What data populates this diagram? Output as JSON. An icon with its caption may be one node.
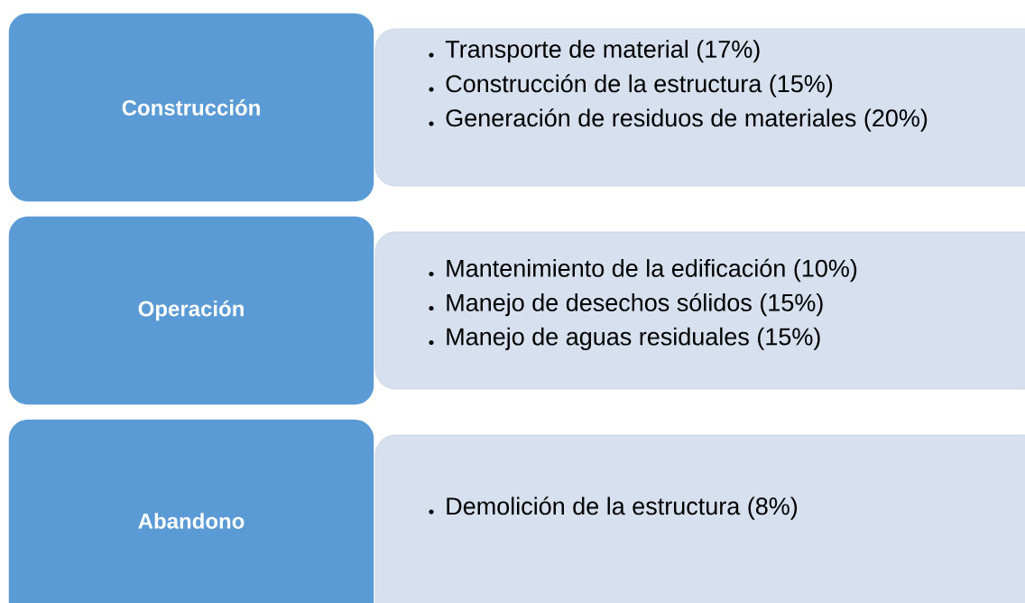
{
  "diagram": {
    "nodes": [
      {
        "text": [
          "Construcción"
        ]
      },
      {
        "text": [
          "Transporte de material (17%)",
          "Construcción de la estructura (15%)",
          "Generación de residuos de materiales (20%)"
        ]
      },
      {
        "text": [
          "Operación"
        ]
      },
      {
        "text": [
          "Mantenimiento de la edificación (10%)",
          "Manejo de desechos sólidos (15%)",
          "Manejo de aguas residuales (15%)"
        ]
      },
      {
        "text": [
          "Abandono"
        ]
      },
      {
        "text": [
          "Demolición de la estructura (8%)"
        ]
      }
    ]
  }
}
